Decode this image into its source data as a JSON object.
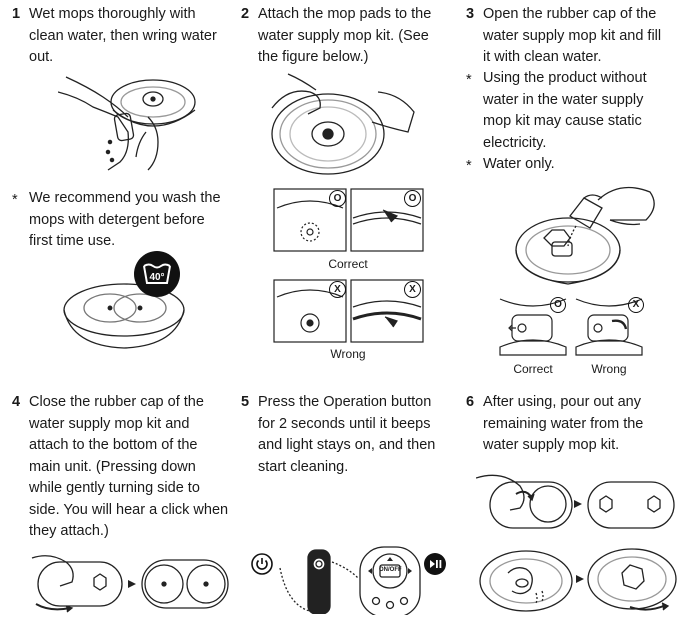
{
  "steps": [
    {
      "num": "1",
      "lines": [
        "Wet mops thoroughly with",
        "clean water, then wring water",
        "out."
      ]
    },
    {
      "num": "2",
      "lines": [
        "Attach the mop pads to the",
        "water supply mop kit. (See",
        "the figure below.)"
      ]
    },
    {
      "num": "3",
      "lines": [
        "Open the rubber cap of the",
        "water supply mop kit and fill",
        "it with clean water."
      ]
    },
    {
      "num": "4",
      "lines": [
        "Close the rubber cap of the",
        "water supply mop kit and",
        "attach to the bottom of the",
        "main unit. (Pressing down",
        "while gently turning side to",
        "side. You will hear a click when",
        "they attach.)"
      ]
    },
    {
      "num": "5",
      "lines": [
        "Press the Operation button",
        "for 2 seconds until it beeps",
        "and light stays on, and then",
        "start cleaning."
      ]
    },
    {
      "num": "6",
      "lines": [
        "After using, pour out any",
        "remaining water from the",
        "water supply mop kit."
      ]
    }
  ],
  "notes": {
    "step1": {
      "asterisk": "*",
      "lines": [
        "We recommend you wash the",
        "mops with detergent before",
        "first time use."
      ]
    },
    "step3_a": {
      "asterisk": "*",
      "lines": [
        "Using the product without",
        "water in the water supply",
        "mop kit may cause static",
        "electricity."
      ]
    },
    "step3_b": {
      "asterisk": "*",
      "lines": [
        "Water only."
      ]
    }
  },
  "captions": {
    "correct": "Correct",
    "wrong": "Wrong",
    "correct_b": "Correct",
    "wrong_b": "Wrong"
  },
  "symbols": {
    "ok": "O",
    "ng": "X",
    "wash_temp": "40°",
    "remote_label": "ON/OFF"
  },
  "icons": {
    "power": "power-icon",
    "play_pause": "play-pause-icon",
    "arrow": "arrow-right-icon"
  }
}
